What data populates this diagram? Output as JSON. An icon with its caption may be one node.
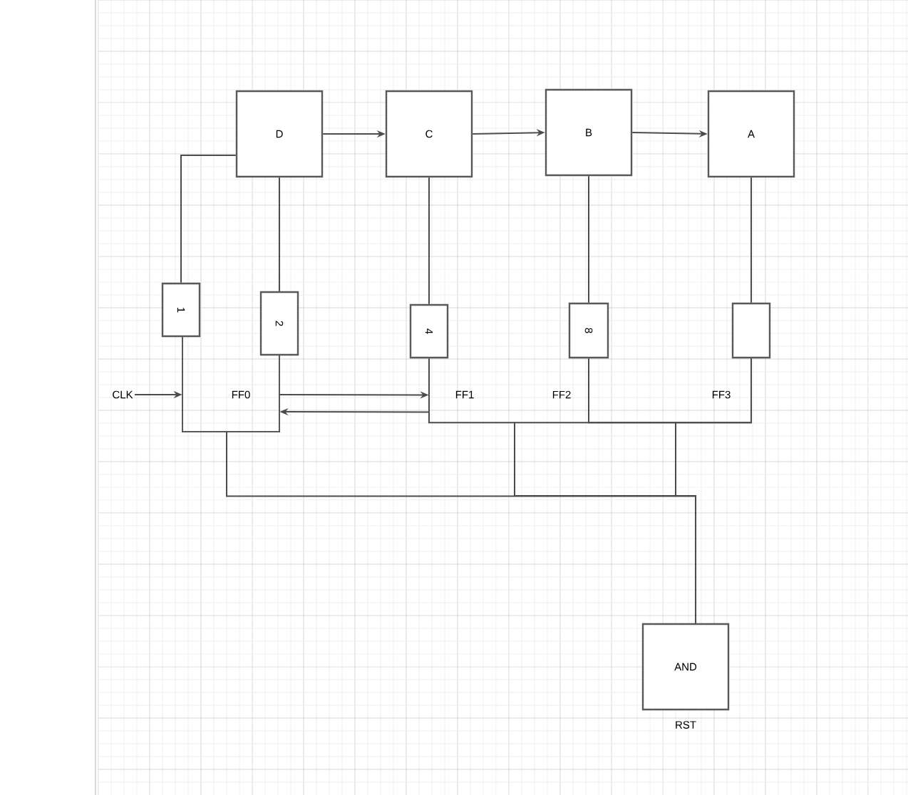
{
  "diagram": {
    "nodes": [
      {
        "text": [
          "D"
        ]
      },
      {
        "text": [
          "C"
        ]
      },
      {
        "text": [
          "B"
        ]
      },
      {
        "text": [
          "A"
        ]
      },
      {
        "text": [
          "1"
        ]
      },
      {
        "text": [
          "2"
        ]
      },
      {
        "text": [
          "4"
        ]
      },
      {
        "text": [
          "8"
        ]
      },
      {
        "text": [],
        "shape": "box"
      },
      {
        "text": [
          "CLK"
        ]
      },
      {
        "text": [
          "FF0"
        ]
      },
      {
        "text": [
          "FF1"
        ]
      },
      {
        "text": [
          "FF2"
        ]
      },
      {
        "text": [
          "FF3"
        ]
      },
      {
        "text": [
          "AND"
        ],
        "beside": [
          "RST"
        ]
      }
    ],
    "edges": [
      {
        "from": 0,
        "to": 1,
        "arrow": "to"
      },
      {
        "from": 1,
        "to": 2,
        "arrow": "to"
      },
      {
        "from": 2,
        "to": 3,
        "arrow": "to"
      },
      {
        "from": 0,
        "to": 4,
        "arrow": "none"
      },
      {
        "from": 0,
        "to": 5,
        "arrow": "none"
      },
      {
        "from": 1,
        "to": 6,
        "arrow": "none"
      },
      {
        "from": 2,
        "to": 7,
        "arrow": "none"
      },
      {
        "from": 3,
        "to": 8,
        "arrow": "none"
      },
      {
        "from": 9,
        "to": 10,
        "arrow": "to"
      },
      {
        "from": 10,
        "to": 11,
        "arrow": "to"
      },
      {
        "from": 11,
        "to": 10,
        "arrow": "to"
      },
      {
        "from": 10,
        "to": 14,
        "arrow": "none"
      },
      {
        "from": 12,
        "to": 14,
        "arrow": "none"
      },
      {
        "from": 13,
        "to": 14,
        "arrow": "none"
      },
      {
        "from": 6,
        "to": 8,
        "arrow": "none"
      },
      {
        "from": 7,
        "to": 8,
        "arrow": "none"
      }
    ]
  }
}
